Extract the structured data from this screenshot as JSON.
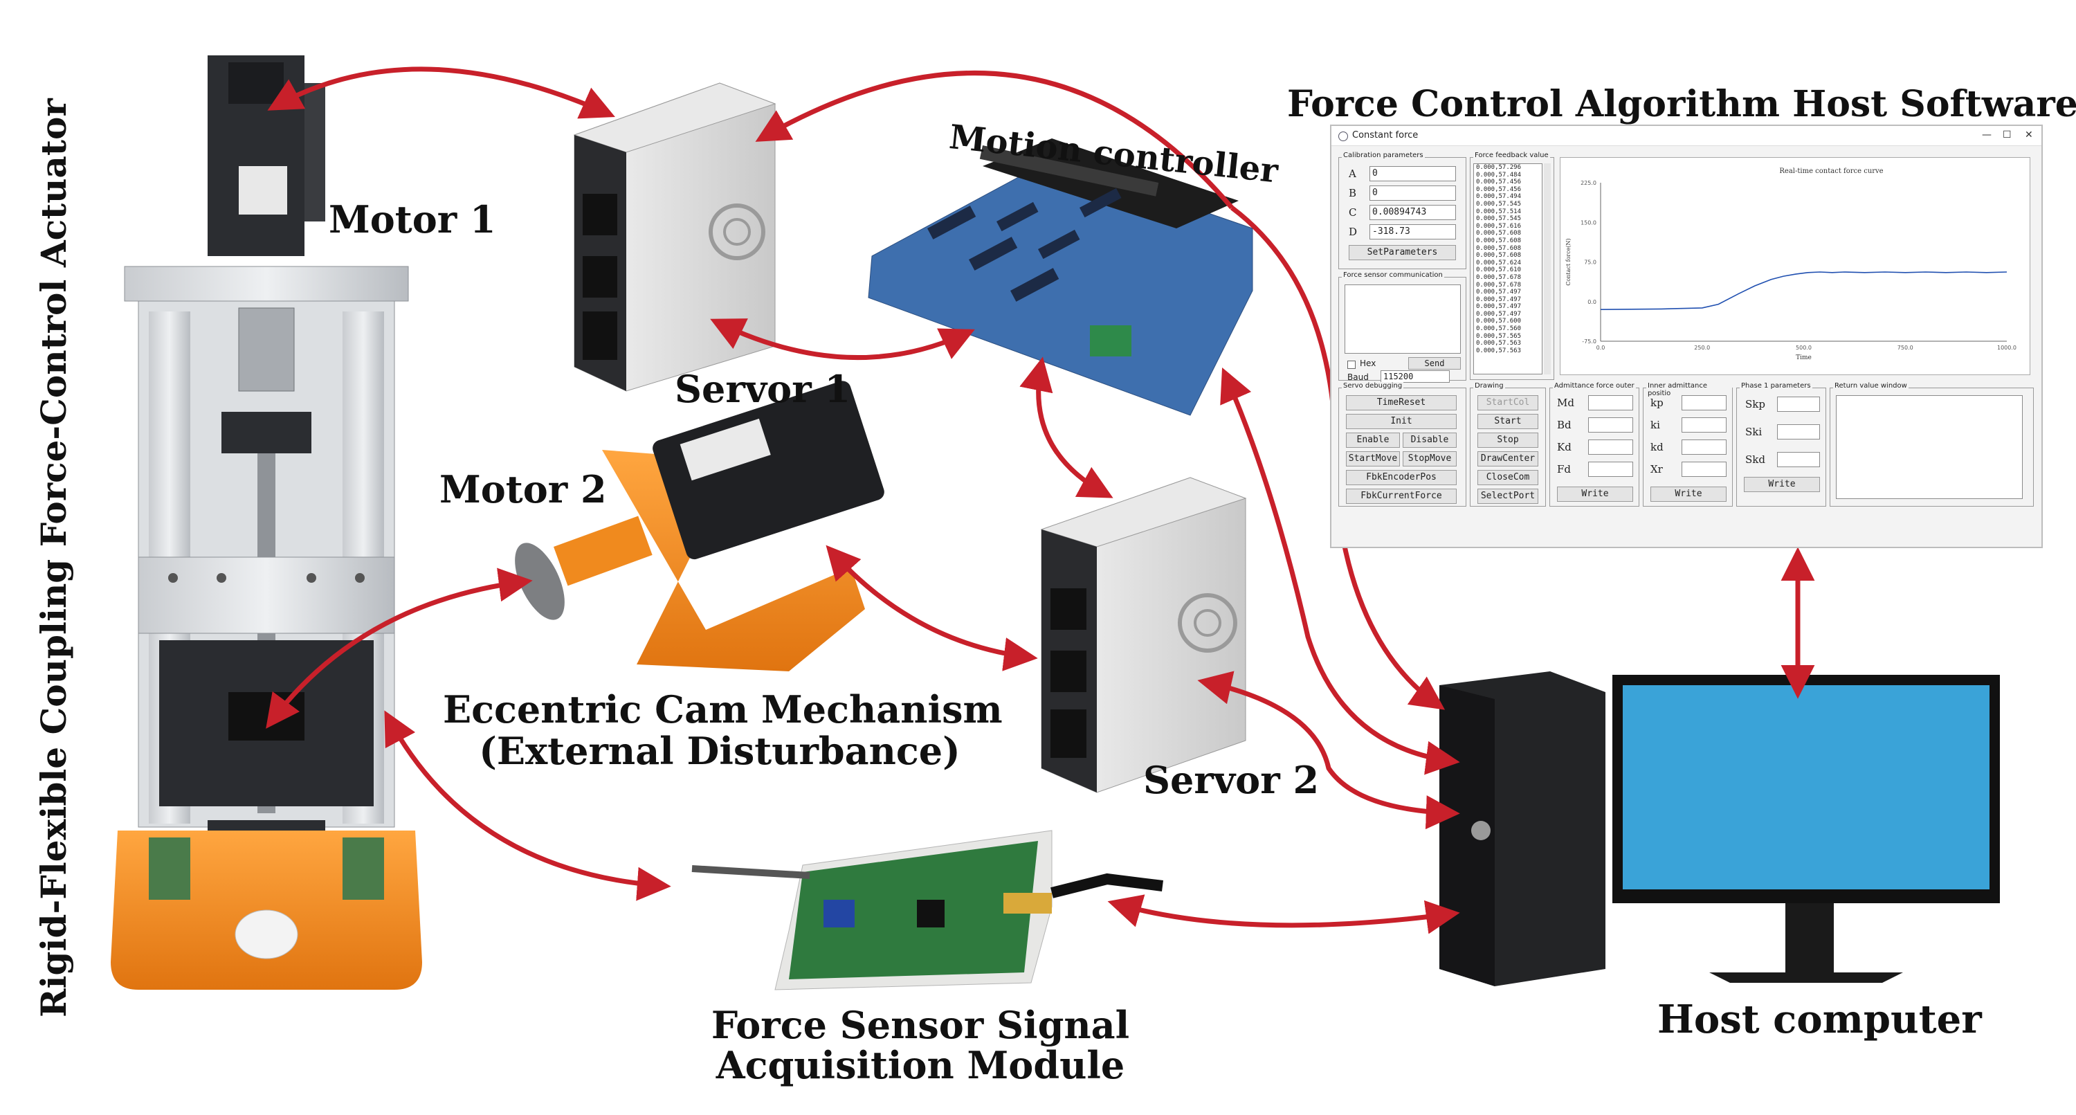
{
  "labels": {
    "actuator": "Rigid-Flexible Coupling Force-Control Actuator",
    "motor1": "Motor 1",
    "motor2": "Motor 2",
    "servor1": "Servor 1",
    "servor2": "Servor 2",
    "motion_controller": "Motion controller",
    "cam_line1": "Eccentric Cam Mechanism",
    "cam_line2": "(External Disturbance)",
    "sensor_line1": "Force Sensor Signal",
    "sensor_line2": "Acquisition Module",
    "host": "Host computer",
    "software_title": "Force Control Algorithm Host Software"
  },
  "colors": {
    "arrow": "#c8202a",
    "monitor_screen": "#3aa3d8",
    "mount": "#f28a1d"
  },
  "software": {
    "window_title": "Constant force",
    "controls": {
      "minimize": "—",
      "maximize": "☐",
      "close": "✕"
    },
    "calibration": {
      "title": "Calibration parameters",
      "params": [
        {
          "label": "A",
          "value": "0"
        },
        {
          "label": "B",
          "value": "0"
        },
        {
          "label": "C",
          "value": "0.00894743"
        },
        {
          "label": "D",
          "value": "-318.73"
        }
      ],
      "button": "SetParameters"
    },
    "feedback": {
      "title": "Force feedback value",
      "values": [
        "0.000,57.296",
        "0.000,57.484",
        "0.000,57.456",
        "0.000,57.456",
        "0.000,57.494",
        "0.000,57.545",
        "0.000,57.514",
        "0.000,57.545",
        "0.000,57.616",
        "0.000,57.608",
        "0.000,57.608",
        "0.000,57.608",
        "0.000,57.608",
        "0.000,57.624",
        "0.000,57.610",
        "0.000,57.678",
        "0.000,57.678",
        "0.000,57.497",
        "0.000,57.497",
        "0.000,57.497",
        "0.000,57.497",
        "0.000,57.600",
        "0.000,57.560",
        "0.000,57.565",
        "0.000,57.563",
        "0.000,57.563"
      ]
    },
    "comm": {
      "title": "Force sensor communication",
      "hex_label": "Hex",
      "send": "Send",
      "baud_label": "Baud",
      "baud_value": "115200"
    },
    "chart": {
      "title": "Real-time contact force curve",
      "xlabel": "Time",
      "ylabel": "Contact force(N)",
      "yticks": [
        "225.0",
        "150.0",
        "75.0",
        "0.0",
        "-75.0"
      ],
      "xticks": [
        "0.0",
        "250.0",
        "500.0",
        "750.0",
        "1000.0"
      ]
    },
    "chart_data": {
      "type": "line",
      "title": "Real-time contact force curve",
      "xlabel": "Time",
      "ylabel": "Contact force(N)",
      "xlim": [
        0,
        1000
      ],
      "ylim": [
        -75,
        225
      ],
      "series": [
        {
          "x": [
            0,
            150,
            250,
            290,
            340,
            380,
            420,
            450,
            480,
            510,
            540,
            570,
            600,
            650,
            700,
            750,
            800,
            850,
            900,
            950,
            1000
          ],
          "y": [
            -15,
            -14,
            -12,
            -5,
            15,
            30,
            42,
            48,
            52,
            55,
            56,
            55,
            56,
            55,
            56,
            55,
            56,
            55,
            56,
            55,
            56
          ]
        }
      ]
    },
    "servo": {
      "title": "Servo debugging",
      "buttons": [
        "TimeReset",
        "Init",
        "Enable",
        "Disable",
        "StartMove",
        "StopMove",
        "FbkEncoderPos",
        "FbkCurrentForce"
      ]
    },
    "drawing": {
      "title": "Drawing",
      "buttons": [
        "StartCol",
        "Start",
        "Stop",
        "DrawCenter",
        "CloseCom",
        "SelectPort"
      ]
    },
    "admittance": {
      "title": "Admittance force outer",
      "fields": [
        "Md",
        "Bd",
        "Kd",
        "Fd"
      ],
      "button": "Write"
    },
    "inner": {
      "title": "Inner admittance positio",
      "fields": [
        "kp",
        "ki",
        "kd",
        "Xr"
      ],
      "button": "Write"
    },
    "phase": {
      "title": "Phase 1 parameters",
      "fields": [
        "Skp",
        "Ski",
        "Skd"
      ],
      "button": "Write"
    },
    "ret": {
      "title": "Return value window"
    }
  }
}
